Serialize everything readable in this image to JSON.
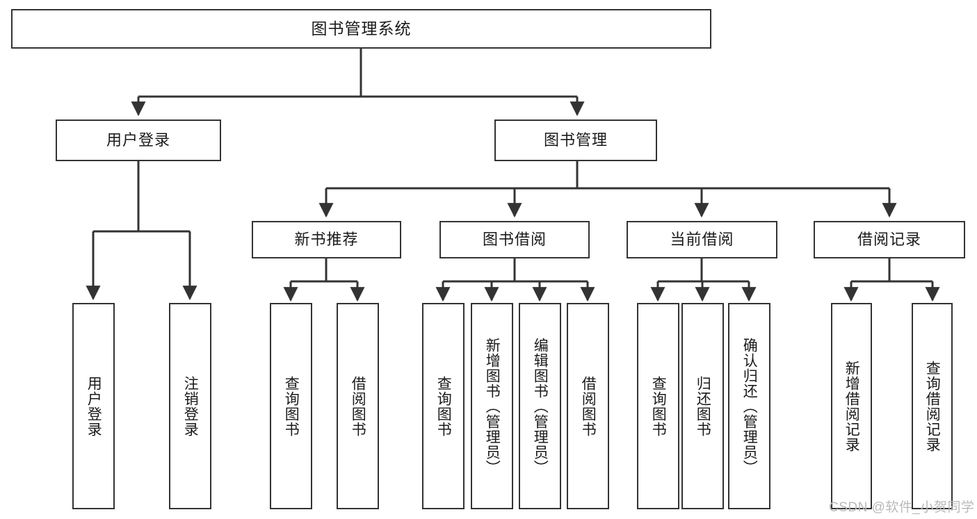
{
  "diagram": {
    "title": "图书管理系统",
    "watermark": "CSDN @软件_小贺同学",
    "colors": {
      "border": "#333333",
      "background": "#ffffff",
      "text": "#1a1a1a",
      "watermark": "#b9b9b9"
    },
    "nodes": {
      "root": {
        "label": "图书管理系统"
      },
      "level1": [
        {
          "id": "user-login",
          "label": "用户登录"
        },
        {
          "id": "book-manage",
          "label": "图书管理"
        }
      ],
      "level2": [
        {
          "id": "new-book-recommend",
          "label": "新书推荐"
        },
        {
          "id": "book-borrow",
          "label": "图书借阅"
        },
        {
          "id": "current-borrow",
          "label": "当前借阅"
        },
        {
          "id": "borrow-record",
          "label": "借阅记录"
        }
      ],
      "leaves": {
        "user_login": [
          {
            "id": "leaf-user-login",
            "label": "用户登录"
          },
          {
            "id": "leaf-user-logout",
            "label": "注销登录"
          }
        ],
        "new_book_recommend": [
          {
            "id": "leaf-query-book-1",
            "label": "查询图书"
          },
          {
            "id": "leaf-borrow-book-1",
            "label": "借阅图书"
          }
        ],
        "book_borrow": [
          {
            "id": "leaf-query-book-2",
            "label": "查询图书"
          },
          {
            "id": "leaf-add-book",
            "label": "新增图书（管理员）"
          },
          {
            "id": "leaf-edit-book",
            "label": "编辑图书（管理员）"
          },
          {
            "id": "leaf-borrow-book-2",
            "label": "借阅图书"
          }
        ],
        "current_borrow": [
          {
            "id": "leaf-query-book-3",
            "label": "查询图书"
          },
          {
            "id": "leaf-return-book",
            "label": "归还图书"
          },
          {
            "id": "leaf-confirm-return",
            "label": "确认归还（管理员）"
          }
        ],
        "borrow_record": [
          {
            "id": "leaf-add-record",
            "label": "新增借阅记录"
          },
          {
            "id": "leaf-query-record",
            "label": "查询借阅记录"
          }
        ]
      }
    }
  }
}
